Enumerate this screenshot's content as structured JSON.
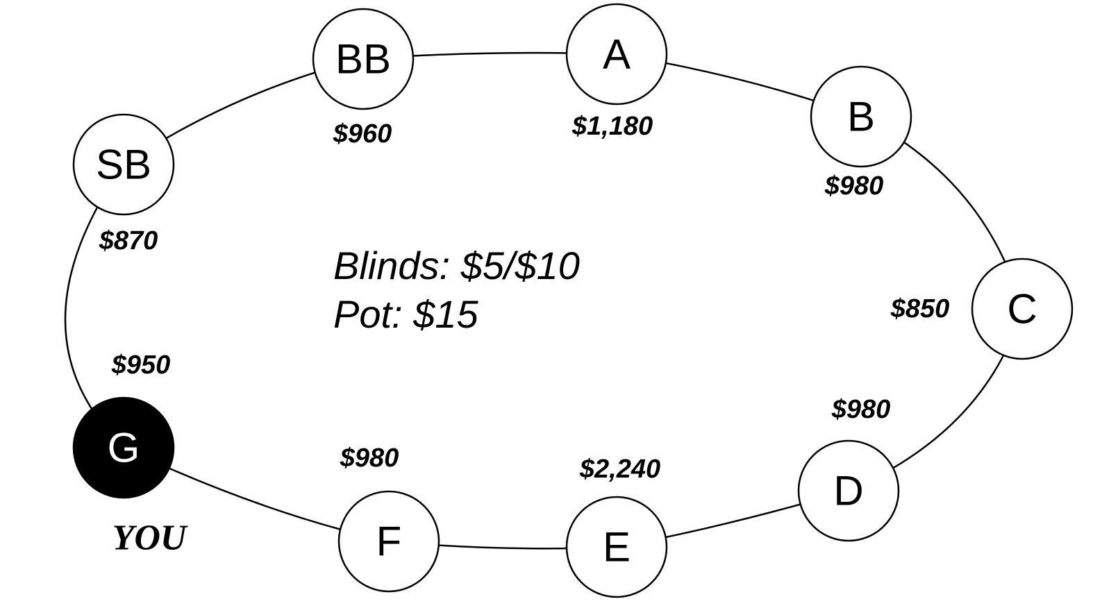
{
  "table": {
    "info": {
      "blinds": "Blinds: $5/$10",
      "pot": "Pot: $15"
    },
    "you_label": "YOU",
    "seats": [
      {
        "id": "bb",
        "label": "BB",
        "stack": "$960",
        "hero": false
      },
      {
        "id": "a",
        "label": "A",
        "stack": "$1,180",
        "hero": false
      },
      {
        "id": "b",
        "label": "B",
        "stack": "$980",
        "hero": false
      },
      {
        "id": "c",
        "label": "C",
        "stack": "$850",
        "hero": false
      },
      {
        "id": "d",
        "label": "D",
        "stack": "$980",
        "hero": false
      },
      {
        "id": "e",
        "label": "E",
        "stack": "$2,240",
        "hero": false
      },
      {
        "id": "f",
        "label": "F",
        "stack": "$980",
        "hero": false
      },
      {
        "id": "g",
        "label": "G",
        "stack": "$950",
        "hero": true
      },
      {
        "id": "sb",
        "label": "SB",
        "stack": "$870",
        "hero": false
      }
    ]
  }
}
